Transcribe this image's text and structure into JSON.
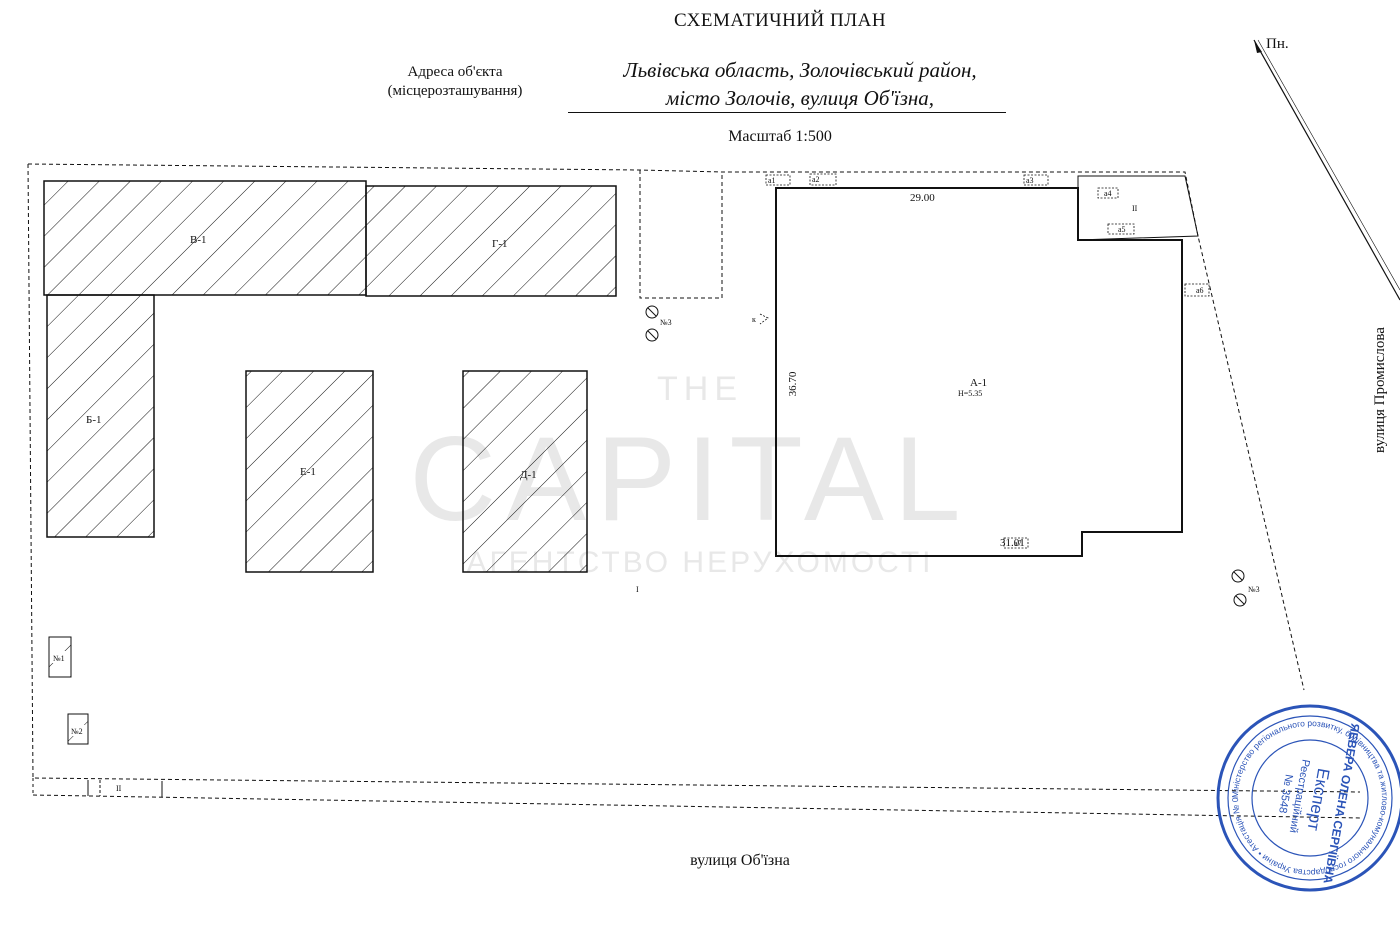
{
  "title": "СХЕМАТИЧНИЙ ПЛАН",
  "address": {
    "label_line1": "Адреса об'єкта",
    "label_line2": "(місцерозташування)",
    "value_line1": "Львівська область, Золочівський район,",
    "value_line2": "місто Золочів, вулиця Об'їзна,"
  },
  "scale": "Масштаб 1:500",
  "north_label": "Пн.",
  "streets": {
    "right": "вулиця Промислова",
    "bottom": "вулиця Об'їзна"
  },
  "buildings": {
    "v1": "В-1",
    "g1": "Г-1",
    "b1": "Б-1",
    "e1": "Е-1",
    "d1": "Д-1",
    "a1": "А-1",
    "a1_height": "Н=5.35",
    "ii_top": "ІІ",
    "ii_bottom": "ІІ",
    "i_marker": "І"
  },
  "dimensions": {
    "top": "29.00",
    "bottom": "31.01",
    "left": "36.70"
  },
  "nodes": {
    "a1": "а1",
    "a2": "а2",
    "a3": "а3",
    "a4": "а4",
    "a5": "а5",
    "a6": "а6",
    "a7": "а7",
    "k": "к"
  },
  "markers": {
    "wells_left": "№3",
    "wells_right": "№3",
    "n1": "№1",
    "n2": "№2"
  },
  "watermark": {
    "top": "THE",
    "main": "CAPITAL",
    "sub": "АГЕНТСТВО НЕРУХОМОСТІ"
  },
  "stamp": {
    "center_line1": "Експерт",
    "center_line2": "Реєстраційний",
    "center_line3": "№ 3548",
    "name": "ЯЕВЕРА ОЛЕНА СЕРГІЇВНА",
    "ring_text": "Міністерство регіонального розвитку, будівництва та житлово-комунального господарства України • Атестація № 003588 • Кваліфікаційний сертифікат АЕ •"
  },
  "colors": {
    "ink": "#111111",
    "stamp": "#2b54b8",
    "watermark": "#e6e6e6"
  }
}
